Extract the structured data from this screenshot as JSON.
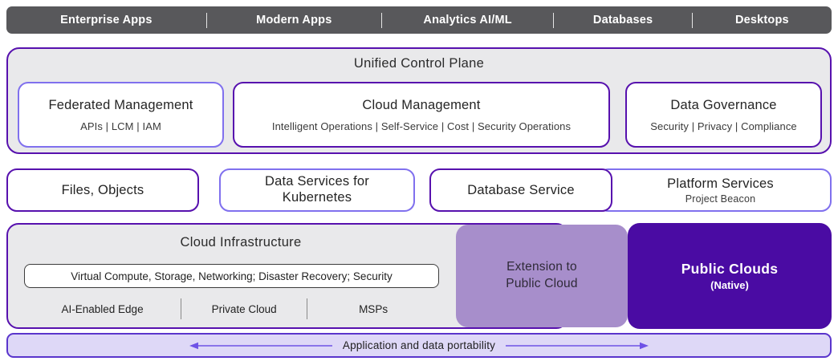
{
  "top_bar": {
    "items": [
      "Enterprise Apps",
      "Modern Apps",
      "Analytics AI/ML",
      "Databases",
      "Desktops"
    ]
  },
  "unified_control_plane": {
    "title": "Unified Control Plane",
    "boxes": [
      {
        "title": "Federated Management",
        "subtitle": "APIs | LCM | IAM"
      },
      {
        "title": "Cloud Management",
        "subtitle": "Intelligent Operations | Self-Service | Cost | Security Operations"
      },
      {
        "title": "Data Governance",
        "subtitle": "Security | Privacy | Compliance"
      }
    ]
  },
  "services_row": {
    "files_objects": "Files, Objects",
    "data_services_kubernetes": "Data Services for Kubernetes",
    "database_service": "Database Service",
    "platform_services": {
      "title": "Platform Services",
      "subtitle": "Project Beacon"
    }
  },
  "infrastructure": {
    "title": "Cloud Infrastructure",
    "capabilities": "Virtual Compute, Storage, Networking; Disaster Recovery; Security",
    "deployment_options": [
      "AI-Enabled Edge",
      "Private Cloud",
      "MSPs"
    ],
    "extension_to_public_cloud": "Extension to Public Cloud",
    "public_clouds": {
      "title": "Public Clouds",
      "subtitle": "(Native)"
    }
  },
  "portability": {
    "label": "Application and data portability"
  },
  "colors": {
    "top_bar_gray": "#58585B",
    "panel_gray": "#E9E9EB",
    "dark_purple_border": "#5711AE",
    "periwinkle_border": "#8070EE",
    "public_clouds_bg": "#4A0BA3",
    "extension_bg": "#A78ECB",
    "portability_bg": "#DED8F7",
    "portability_border": "#5A35CC",
    "arrow_purple": "#6E52E6"
  }
}
